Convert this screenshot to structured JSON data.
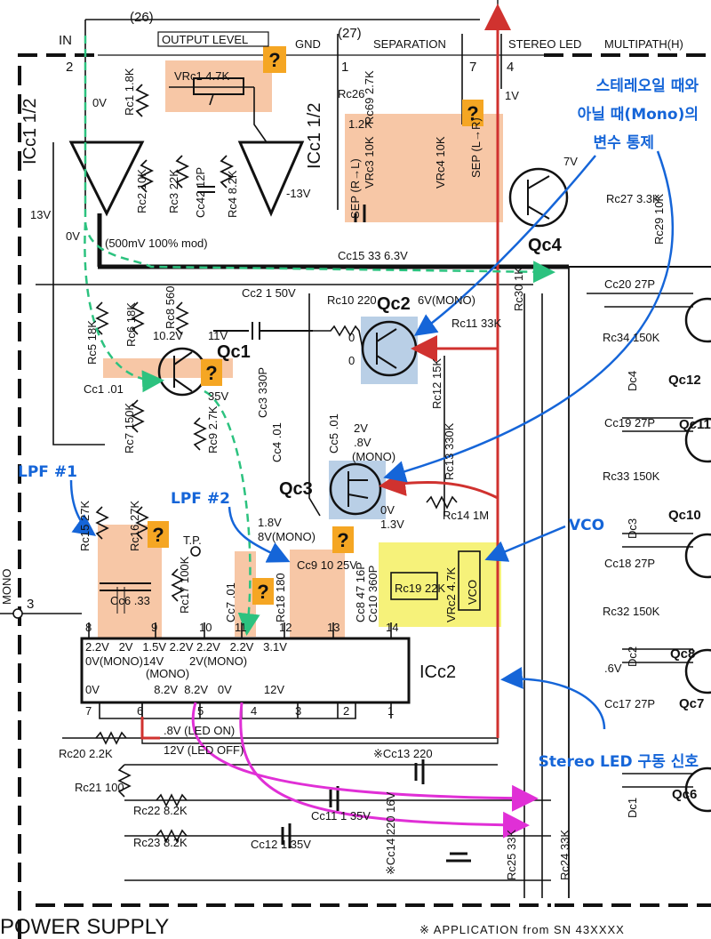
{
  "colors": {
    "orange_box": "#f7c7a6",
    "blue_box": "#b9cfe6",
    "yellow_box": "#f6f27a",
    "question_badge": "#f5a623",
    "annotation_blue": "#1565d8",
    "arrow_red": "#d0322f",
    "arrow_green": "#2cc27f",
    "arrow_magenta": "#e02fd6",
    "ink": "#111111"
  },
  "top": {
    "wire_26": "(26)",
    "in": "IN",
    "output_level": "OUTPUT LEVEL",
    "gnd": "GND",
    "wire_27": "(27)",
    "separation": "SEPARATION",
    "stereo_led": "STEREO LED",
    "multipath": "MULTIPATH(H)",
    "pin2": "2",
    "pin1": "1",
    "pin7": "7",
    "pin4": "4"
  },
  "blocks": {
    "icc1_left": "ICc1 1/2",
    "icc1_right": "ICc1 1/2",
    "icc2": "ICc2",
    "power_supply": "POWER SUPPLY",
    "application": "※ APPLICATION from SN 43XXXX"
  },
  "components": {
    "vrc1": "VRc1 4.7K",
    "rc1": "Rc1 1.8K",
    "rc2": "Rc2 10K",
    "rc3": "Rc3 22K",
    "cc42": "Cc42 12P",
    "rc4": "Rc4 8.2K",
    "rc26": "Rc26",
    "rc69": "Rc69 2.7K",
    "vrc3": "VRc3 10K",
    "rc_1_2k": "1.2K",
    "vrc4": "VRc4 10K",
    "sep_rl": "SEP (R→L)",
    "sep_lr": "SEP (L→R)",
    "qc4": "Qc4",
    "rc27": "Rc27 3.3K",
    "rc29": "Rc29 10K",
    "cc15": "Cc15 33 6.3V",
    "level": "(500mV 100% mod)",
    "rc5": "Rc5 18K",
    "rc6": "Rc6 18K",
    "rc8": "Rc8 560",
    "cc2": "Cc2 1 50V",
    "qc1": "Qc1",
    "cc1": "Cc1 .01",
    "rc7": "Rc7 150K",
    "rc9": "Rc9 2.7K",
    "cc3": "Cc3 330P",
    "rc10": "Rc10 220",
    "qc2": "Qc2",
    "rc11": "Rc11 33K",
    "rc30": "Rc30 1K",
    "rc12": "Rc12 15K",
    "cc4": "Cc4 .01",
    "cc5": "Cc5 .01",
    "qc3": "Qc3",
    "rc13": "Rc13 330K",
    "rc14": "Rc14 1M",
    "cc20": "Cc20 27P",
    "rc34": "Rc34 150K",
    "dc4": "Dc4",
    "qc12": "Qc12",
    "cc19": "Cc19 27P",
    "qc11": "Qc11",
    "rc33": "Rc33 150K",
    "dc3": "Dc3",
    "qc10": "Qc10",
    "cc18": "Cc18 27P",
    "rc32": "Rc32 150K",
    "dc2": "Dc2",
    "qc8": "Qc8",
    "cc17": "Cc17 27P",
    "qc7": "Qc7",
    "dc1": "Dc1",
    "qc6": "Qc6",
    "rc15": "Rc15 27K",
    "rc16": "Rc16 27K",
    "cc6": "Cc6 .33",
    "tp": "T.P.",
    "rc17": "Rc17 100K",
    "cc7": "Cc7 .01",
    "rc18": "Rc18 180",
    "cc9": "Cc9 10 25V",
    "cc8": "Cc8 47 16P",
    "cc10": "Cc10 360P",
    "rc19": "Rc19 22K",
    "vrc2": "VRc2 4.7K",
    "vco_box": "VCO",
    "rc20": "Rc20 2.2K",
    "rc21": "Rc21 100",
    "rc22": "Rc22 8.2K",
    "rc23": "Rc23 8.2K",
    "cc11": "Cc11 1 35V",
    "cc12": "Cc12 1 35V",
    "cc13": "※Cc13 220",
    "cc14": "※Cc14 220 16V",
    "rc25": "Rc25 33K",
    "rc24": "Rc24 33K",
    "led_on": ".8V (LED ON)",
    "led_off": "12V (LED OFF)",
    "mono": "MONO"
  },
  "voltages": {
    "v_ov_a": "0V",
    "v_13v": "13V",
    "v_ov_b": "0V",
    "v_10_2": "10.2V",
    "v_11": "11V",
    "v_35": "35V",
    "v_1v": "1V",
    "v_7v": "7V",
    "v_6v_mono": "6V(MONO)",
    "v_o1": "0",
    "v_o2": "0",
    "v_2v": "2V",
    "v_8v": ".8V",
    "v_mono": "(MONO)",
    "v_ov_c": "0V",
    "v_1_3": "1.3V",
    "v_1_8": "1.8V",
    "v_8v_mono": "8V(MONO)",
    "v_13v_neg": "-13V",
    "v_6v": ".6V"
  },
  "icc2_pins": {
    "top_pins": [
      "8",
      "9",
      "10",
      "11",
      "12",
      "13",
      "14"
    ],
    "bottom_pins": [
      "7",
      "6",
      "5",
      "4",
      "3",
      "2",
      "1"
    ],
    "row1": "2.2V   2V   1.5V 2.2V 2.2V   2.2V   3.1V",
    "row2": "0V(MONO)14V        2V(MONO)",
    "row3": "(MONO)",
    "row4": "0V                 8.2V  8.2V   0V          12V",
    "input_pin": "3"
  },
  "annotations": {
    "korean_title_1": "스테레오일 때와",
    "korean_title_2": "아닐 때(Mono)의",
    "korean_title_3": "변수 통제",
    "lpf1": "LPF #1",
    "lpf2": "LPF #2",
    "vco": "VCO",
    "stereo_led_signal": "Stereo LED 구동 신호",
    "question": "?"
  }
}
